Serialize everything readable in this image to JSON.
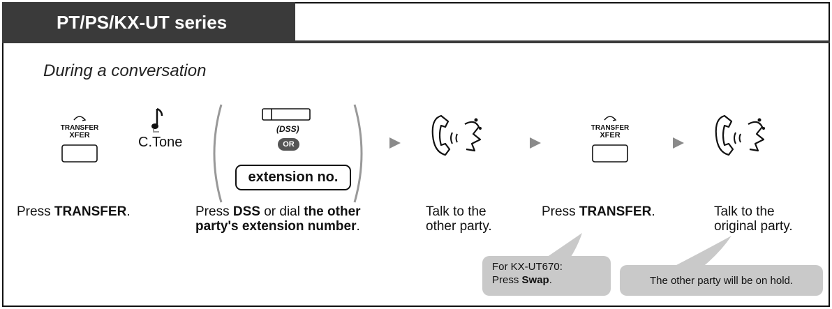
{
  "header": {
    "title": "PT/PS/KX-UT series"
  },
  "subtitle": "During a conversation",
  "keys": {
    "transfer_top": "TRANSFER",
    "transfer_bottom": "XFER"
  },
  "tone_label": "C.Tone",
  "dss_label": "(DSS)",
  "or_label": "OR",
  "extension_label": "extension no.",
  "steps": [
    {
      "prefix": "Press ",
      "bold": "TRANSFER",
      "suffix": "."
    },
    {
      "prefix": "Press ",
      "bold1": "DSS",
      "middle": " or dial ",
      "bold2": "the other party's extension number",
      "suffix": "."
    },
    {
      "line1": "Talk to the",
      "line2": "other party."
    },
    {
      "prefix": "Press ",
      "bold": "TRANSFER",
      "suffix": "."
    },
    {
      "line1": "Talk to the",
      "line2": "original party."
    }
  ],
  "callouts": {
    "swap_line1": "For KX-UT670:",
    "swap_prefix": "Press ",
    "swap_bold": "Swap",
    "swap_suffix": ".",
    "hold": "The other party will be on hold."
  },
  "colors": {
    "header_bg": "#3a3a3a",
    "callout_bg": "#c9c9c9",
    "arrow": "#8a8a8a"
  },
  "icons": [
    "transfer-key-icon",
    "music-note-icon",
    "dss-key-icon",
    "handset-talk-icon",
    "play-arrow-icon"
  ]
}
